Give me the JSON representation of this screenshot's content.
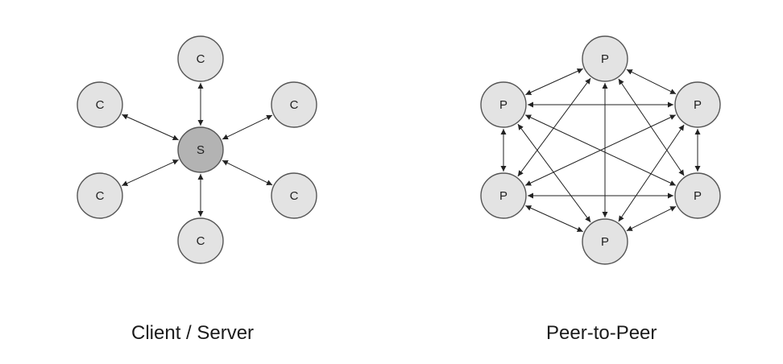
{
  "colors": {
    "client_fill": "#e3e3e3",
    "server_fill": "#b3b3b3",
    "peer_fill": "#e3e3e3",
    "outline": "#555555",
    "edge": "#222222"
  },
  "client_server": {
    "caption": "Client / Server",
    "server_label": "S",
    "client_label": "C",
    "client_count": 6,
    "edges": "each client connected to the server, bidirectional"
  },
  "peer_to_peer": {
    "caption": "Peer-to-Peer",
    "peer_label": "P",
    "peer_count": 6,
    "edges": "every peer connected to every other peer, bidirectional"
  }
}
